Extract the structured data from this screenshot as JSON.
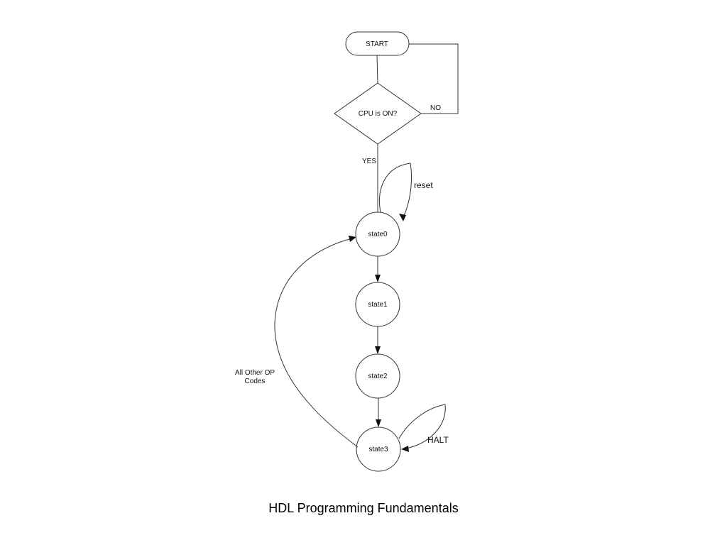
{
  "nodes": {
    "start": "START",
    "decision": "CPU is ON?",
    "state0": "state0",
    "state1": "state1",
    "state2": "state2",
    "state3": "state3"
  },
  "edges": {
    "no": "NO",
    "yes": "YES",
    "reset": "reset",
    "halt": "HALT",
    "other_op_line1": "All Other OP",
    "other_op_line2": "Codes"
  },
  "caption": "HDL Programming Fundamentals"
}
